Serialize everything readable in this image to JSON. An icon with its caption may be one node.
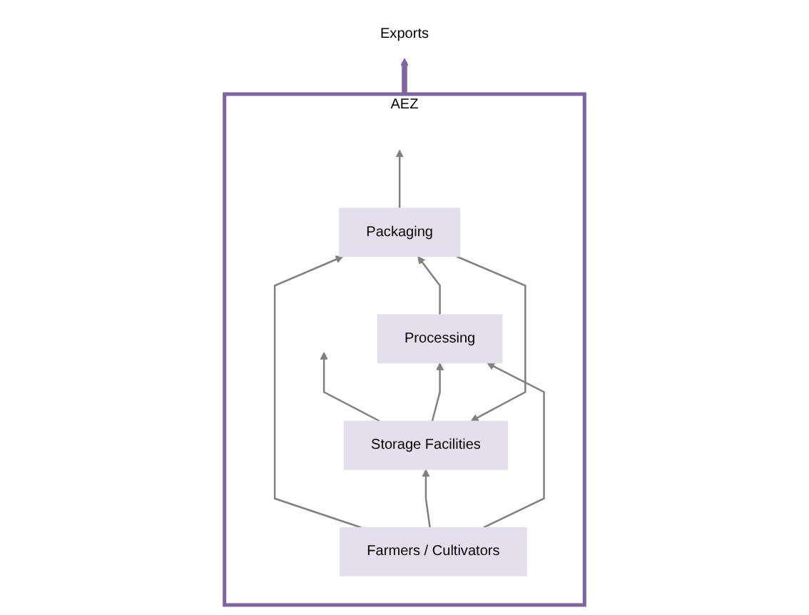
{
  "diagram": {
    "nodes": [
      {
        "text": [
          "Exports"
        ]
      },
      {
        "text": [
          "AEZ"
        ]
      },
      {
        "text": [
          "Storage Facilities"
        ],
        "in": 1
      },
      {
        "text": [
          "Packaging"
        ],
        "in": 1
      },
      {
        "text": [
          "Processing"
        ],
        "in": 1
      },
      {
        "text": [
          "Farmers / Cultivators"
        ],
        "in": 1
      }
    ],
    "edges": [
      {
        "from": 3,
        "to": null,
        "arrow": "to"
      },
      {
        "from": 3,
        "to": 2,
        "arrow": "to"
      },
      {
        "from": 2,
        "to": null,
        "arrow": "to"
      },
      {
        "from": 2,
        "to": 4,
        "arrow": "to"
      },
      {
        "from": 5,
        "to": 3,
        "arrow": "to"
      },
      {
        "from": 5,
        "to": 2,
        "arrow": "to"
      },
      {
        "from": 5,
        "to": 4,
        "arrow": "to"
      },
      {
        "from": 4,
        "to": 3,
        "arrow": "to"
      },
      {
        "from": 1,
        "to": 0,
        "arrow": "to",
        "style": "thick",
        "color": "#8064a2"
      }
    ]
  }
}
